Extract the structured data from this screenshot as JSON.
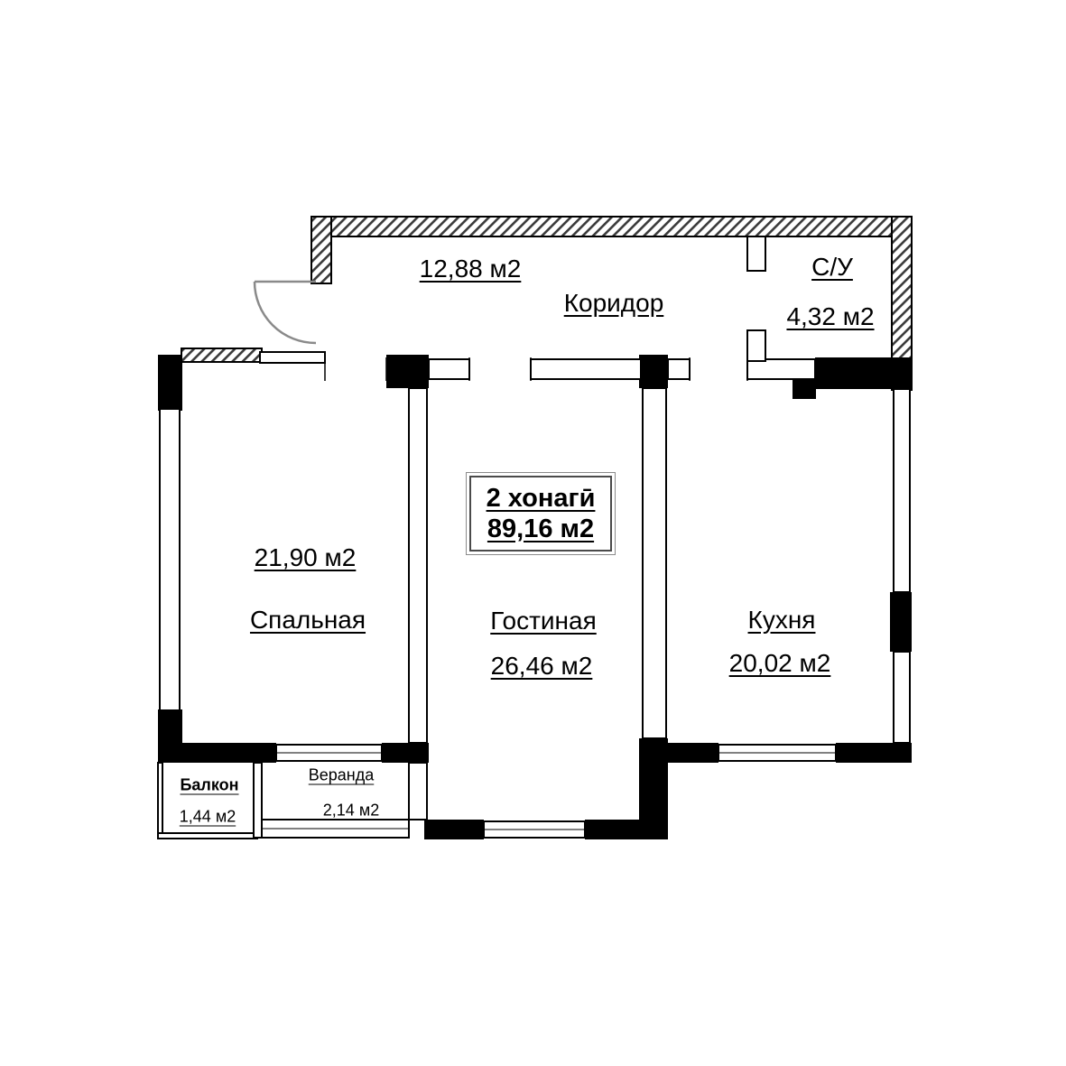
{
  "plan": {
    "unit_title": "2 хонагӣ",
    "unit_area": "89,16 м2",
    "rooms": {
      "corridor": {
        "name": "Коридор",
        "area": "12,88 м2"
      },
      "bathroom": {
        "name": "С/У",
        "area": "4,32 м2"
      },
      "bedroom": {
        "name": "Спальная",
        "area": "21,90 м2"
      },
      "living": {
        "name": "Гостиная",
        "area": "26,46 м2"
      },
      "kitchen": {
        "name": "Кухня",
        "area": "20,02 м2"
      },
      "balcony": {
        "name": "Балкон",
        "area": "1,44 м2"
      },
      "veranda": {
        "name": "Веранда",
        "area": "2,14 м2"
      }
    },
    "colors": {
      "wall": "#000000",
      "background": "#ffffff",
      "door_arc": "#8a8a8a"
    }
  }
}
